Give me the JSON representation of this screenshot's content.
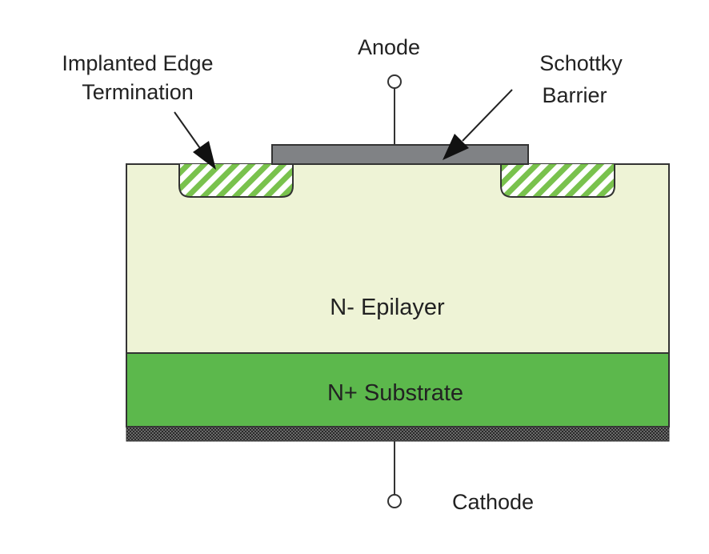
{
  "labels": {
    "anode": "Anode",
    "cathode": "Cathode",
    "edge_termination_line1": "Implanted Edge",
    "edge_termination_line2": "Termination",
    "schottky_line1": "Schottky",
    "schottky_line2": "Barrier",
    "epilayer": "N- Epilayer",
    "substrate": "N+ Substrate"
  },
  "colors": {
    "epilayer": "#eef3d6",
    "substrate": "#5cb84c",
    "metal_contact": "#808285",
    "edge_termination_stripe": "#79c24d",
    "back_contact": "#3a3a3a",
    "outline": "#333333"
  }
}
